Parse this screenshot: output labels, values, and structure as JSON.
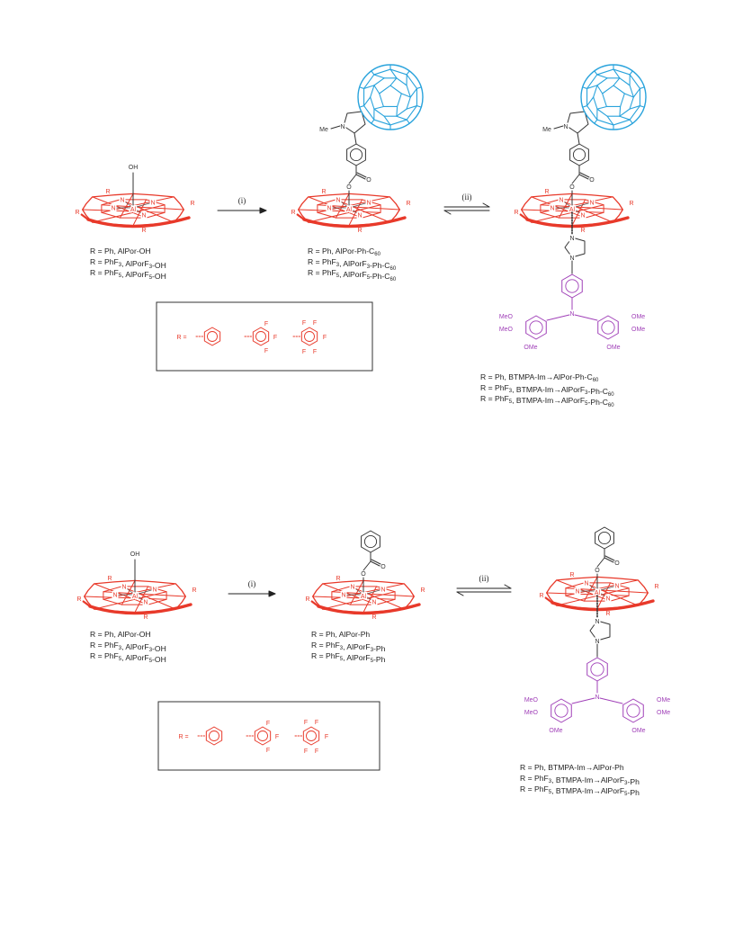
{
  "colors": {
    "porphyrin": "#e8392a",
    "fullerene": "#29a3dc",
    "donor": "#a040b8",
    "ink": "#222222"
  },
  "atoms": {
    "N": "N",
    "Al": "Al",
    "R": "R",
    "OH": "OH",
    "O": "O",
    "F": "F",
    "Me": "Me",
    "MeO": "MeO",
    "OMe": "OMe",
    "eq": "R ="
  },
  "steps": {
    "i": "(i)",
    "ii": "(ii)"
  },
  "scheme1": {
    "left": [
      "R = Ph, AlPor-OH",
      "R = PhF3, AlPorF3-OH",
      "R = PhF5, AlPorF5-OH"
    ],
    "middle": [
      "R = Ph, AlPor-Ph-C60",
      "R = PhF3, AlPorF3-Ph-C60",
      "R = PhF5, AlPorF5-Ph-C60"
    ],
    "right": [
      "R = Ph, BTMPA-Im→AlPor-Ph-C60",
      "R = PhF3, BTMPA-Im→AlPorF3-Ph-C60",
      "R = PhF5, BTMPA-Im→AlPorF5-Ph-C60"
    ]
  },
  "scheme2": {
    "left": [
      "R = Ph, AlPor-OH",
      "R = PhF3, AlPorF3-OH",
      "R = PhF5, AlPorF5-OH"
    ],
    "middle": [
      "R = Ph, AlPor-Ph",
      "R = PhF3, AlPorF3-Ph",
      "R = PhF5, AlPorF5-Ph"
    ],
    "right": [
      "R = Ph, BTMPA-Im→AlPor-Ph",
      "R = PhF3, BTMPA-Im→AlPorF3-Ph",
      "R = PhF5, BTMPA-Im→AlPorF5-Ph"
    ]
  }
}
